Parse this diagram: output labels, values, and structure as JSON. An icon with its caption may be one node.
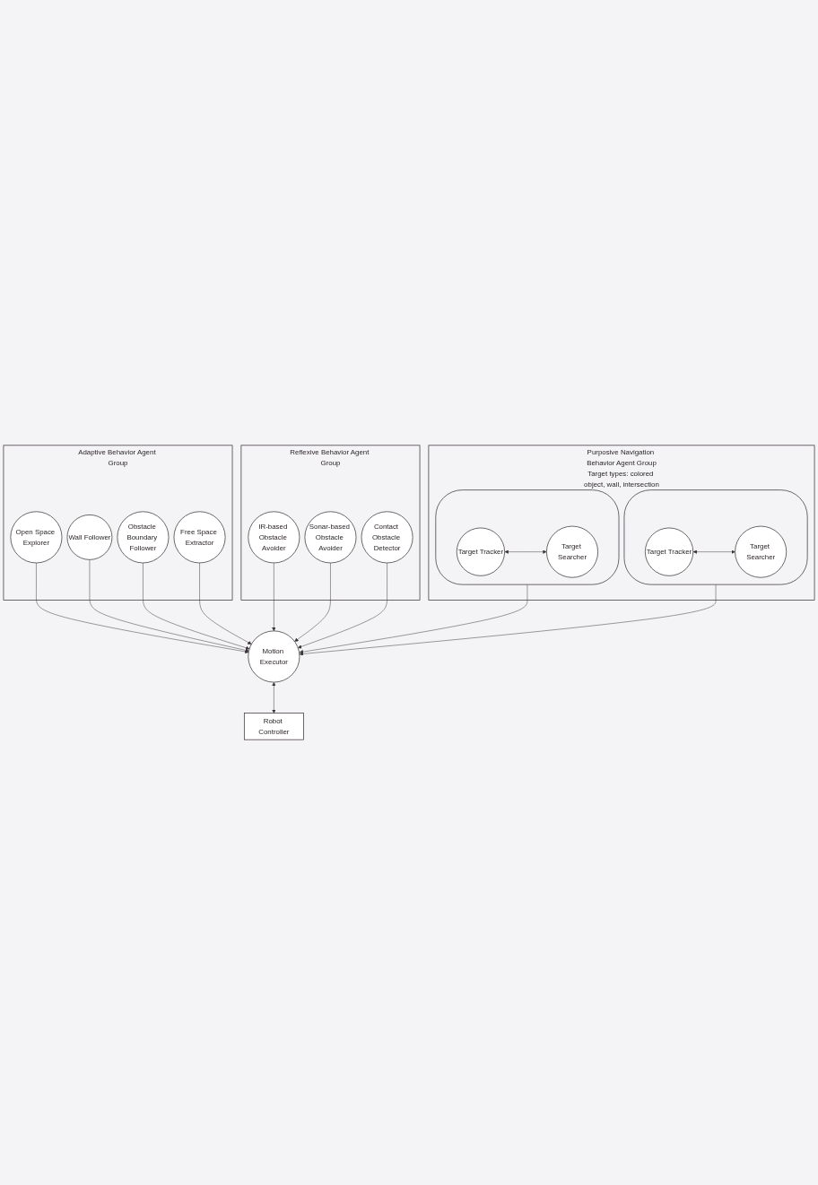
{
  "diagram": {
    "nodes": [
      {
        "text": [
          "Purposive Navigation Behavior Agent Group",
          "Target types: colored object, wall, intersection"
        ]
      },
      {
        "text": [],
        "shape": "ellipse",
        "in": 0
      },
      {
        "text": [
          "Target Tracker"
        ],
        "in": 1
      },
      {
        "text": [
          "Target Searcher"
        ],
        "in": 1
      },
      {
        "text": [],
        "shape": "ellipse",
        "in": 0
      },
      {
        "text": [
          "Target Tracker"
        ],
        "in": 4
      },
      {
        "text": [
          "Target Searcher"
        ],
        "in": 4
      },
      {
        "text": [
          "Adaptive Behavior Agent Group"
        ]
      },
      {
        "text": [
          "Open Space Explorer"
        ],
        "in": 7
      },
      {
        "text": [
          "Wall Follower"
        ],
        "in": 7
      },
      {
        "text": [
          "Obstacle Boundary Follower"
        ],
        "in": 7
      },
      {
        "text": [
          "Free Space Extractor"
        ],
        "in": 7
      },
      {
        "text": [
          "Motion Executor"
        ]
      },
      {
        "text": [
          "Reflexive Behavior Agent Group"
        ]
      },
      {
        "text": [
          "IR-based Obstacle Avoider"
        ],
        "in": 13
      },
      {
        "text": [
          "Sonar-based Obstacle Avoider"
        ],
        "in": 13
      },
      {
        "text": [
          "Contact Obstacle Detector"
        ],
        "in": 13
      },
      {
        "text": [
          "Robot Controller"
        ]
      }
    ],
    "edges": [
      {
        "from": 2,
        "to": 3,
        "arrow": "both"
      },
      {
        "from": 5,
        "to": 6,
        "arrow": "both"
      },
      {
        "from": 1,
        "to": 12,
        "arrow": "to"
      },
      {
        "from": 4,
        "to": 12,
        "arrow": "to"
      },
      {
        "from": 8,
        "to": 12,
        "arrow": "to"
      },
      {
        "from": 9,
        "to": 12,
        "arrow": "to"
      },
      {
        "from": 10,
        "to": 12,
        "arrow": "to"
      },
      {
        "from": 11,
        "to": 12,
        "arrow": "to"
      },
      {
        "from": 14,
        "to": 12,
        "arrow": "to"
      },
      {
        "from": 15,
        "to": 12,
        "arrow": "to"
      },
      {
        "from": 16,
        "to": 12,
        "arrow": "to"
      },
      {
        "from": 12,
        "to": 17,
        "arrow": "both"
      }
    ]
  }
}
